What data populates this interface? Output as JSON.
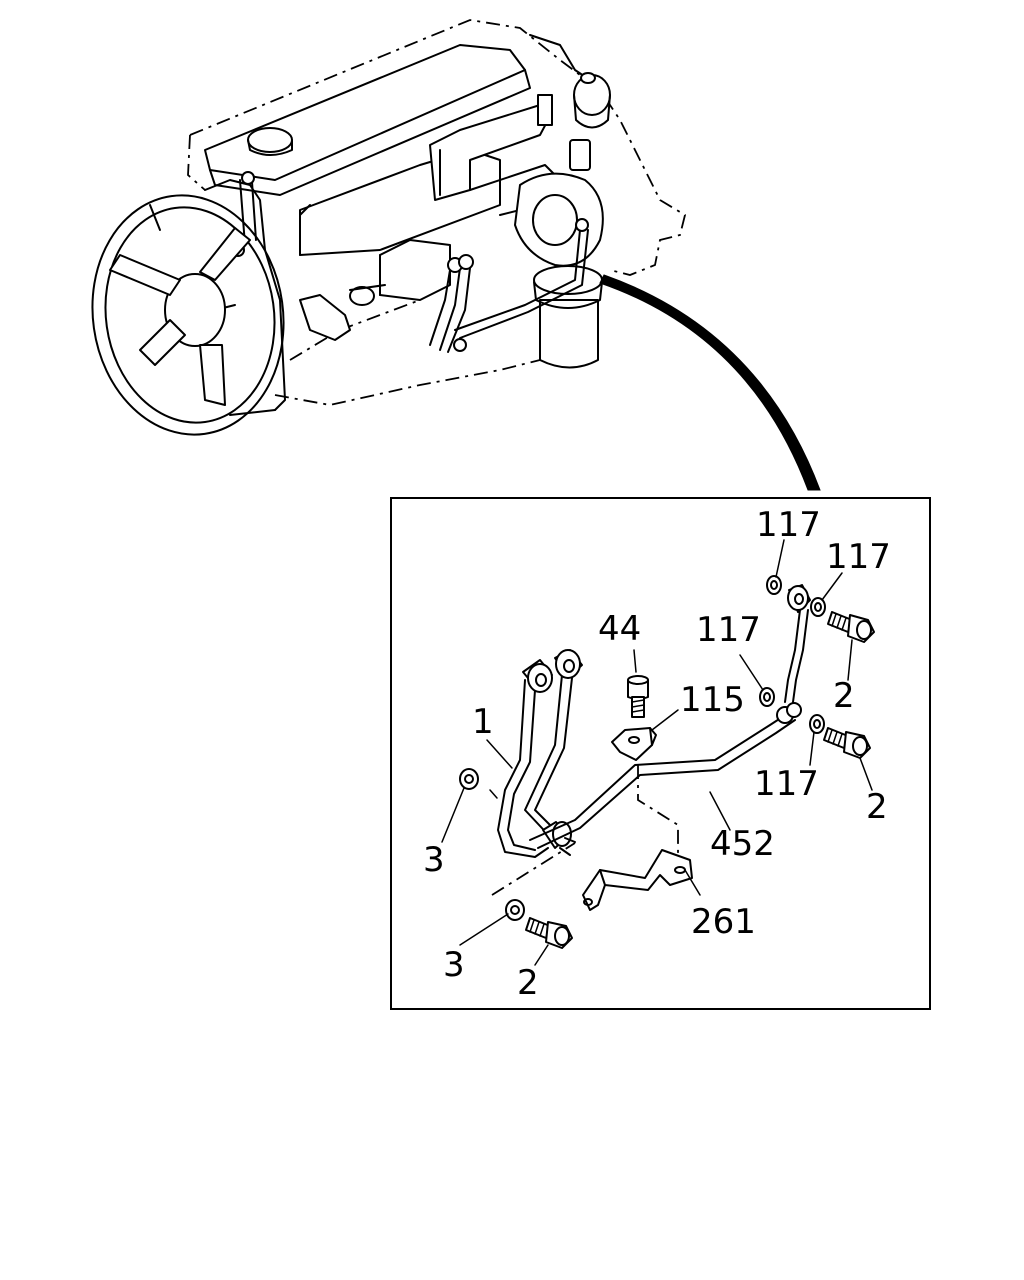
{
  "callouts": {
    "c117_a": "117",
    "c117_b": "117",
    "c117_c": "117",
    "c117_d": "117",
    "c44": "44",
    "c115": "115",
    "c1": "1",
    "c2_a": "2",
    "c2_b": "2",
    "c2_c": "2",
    "c3_a": "3",
    "c3_b": "3",
    "c452": "452",
    "c261": "261"
  },
  "colors": {
    "line": "#000000",
    "background": "#ffffff"
  }
}
